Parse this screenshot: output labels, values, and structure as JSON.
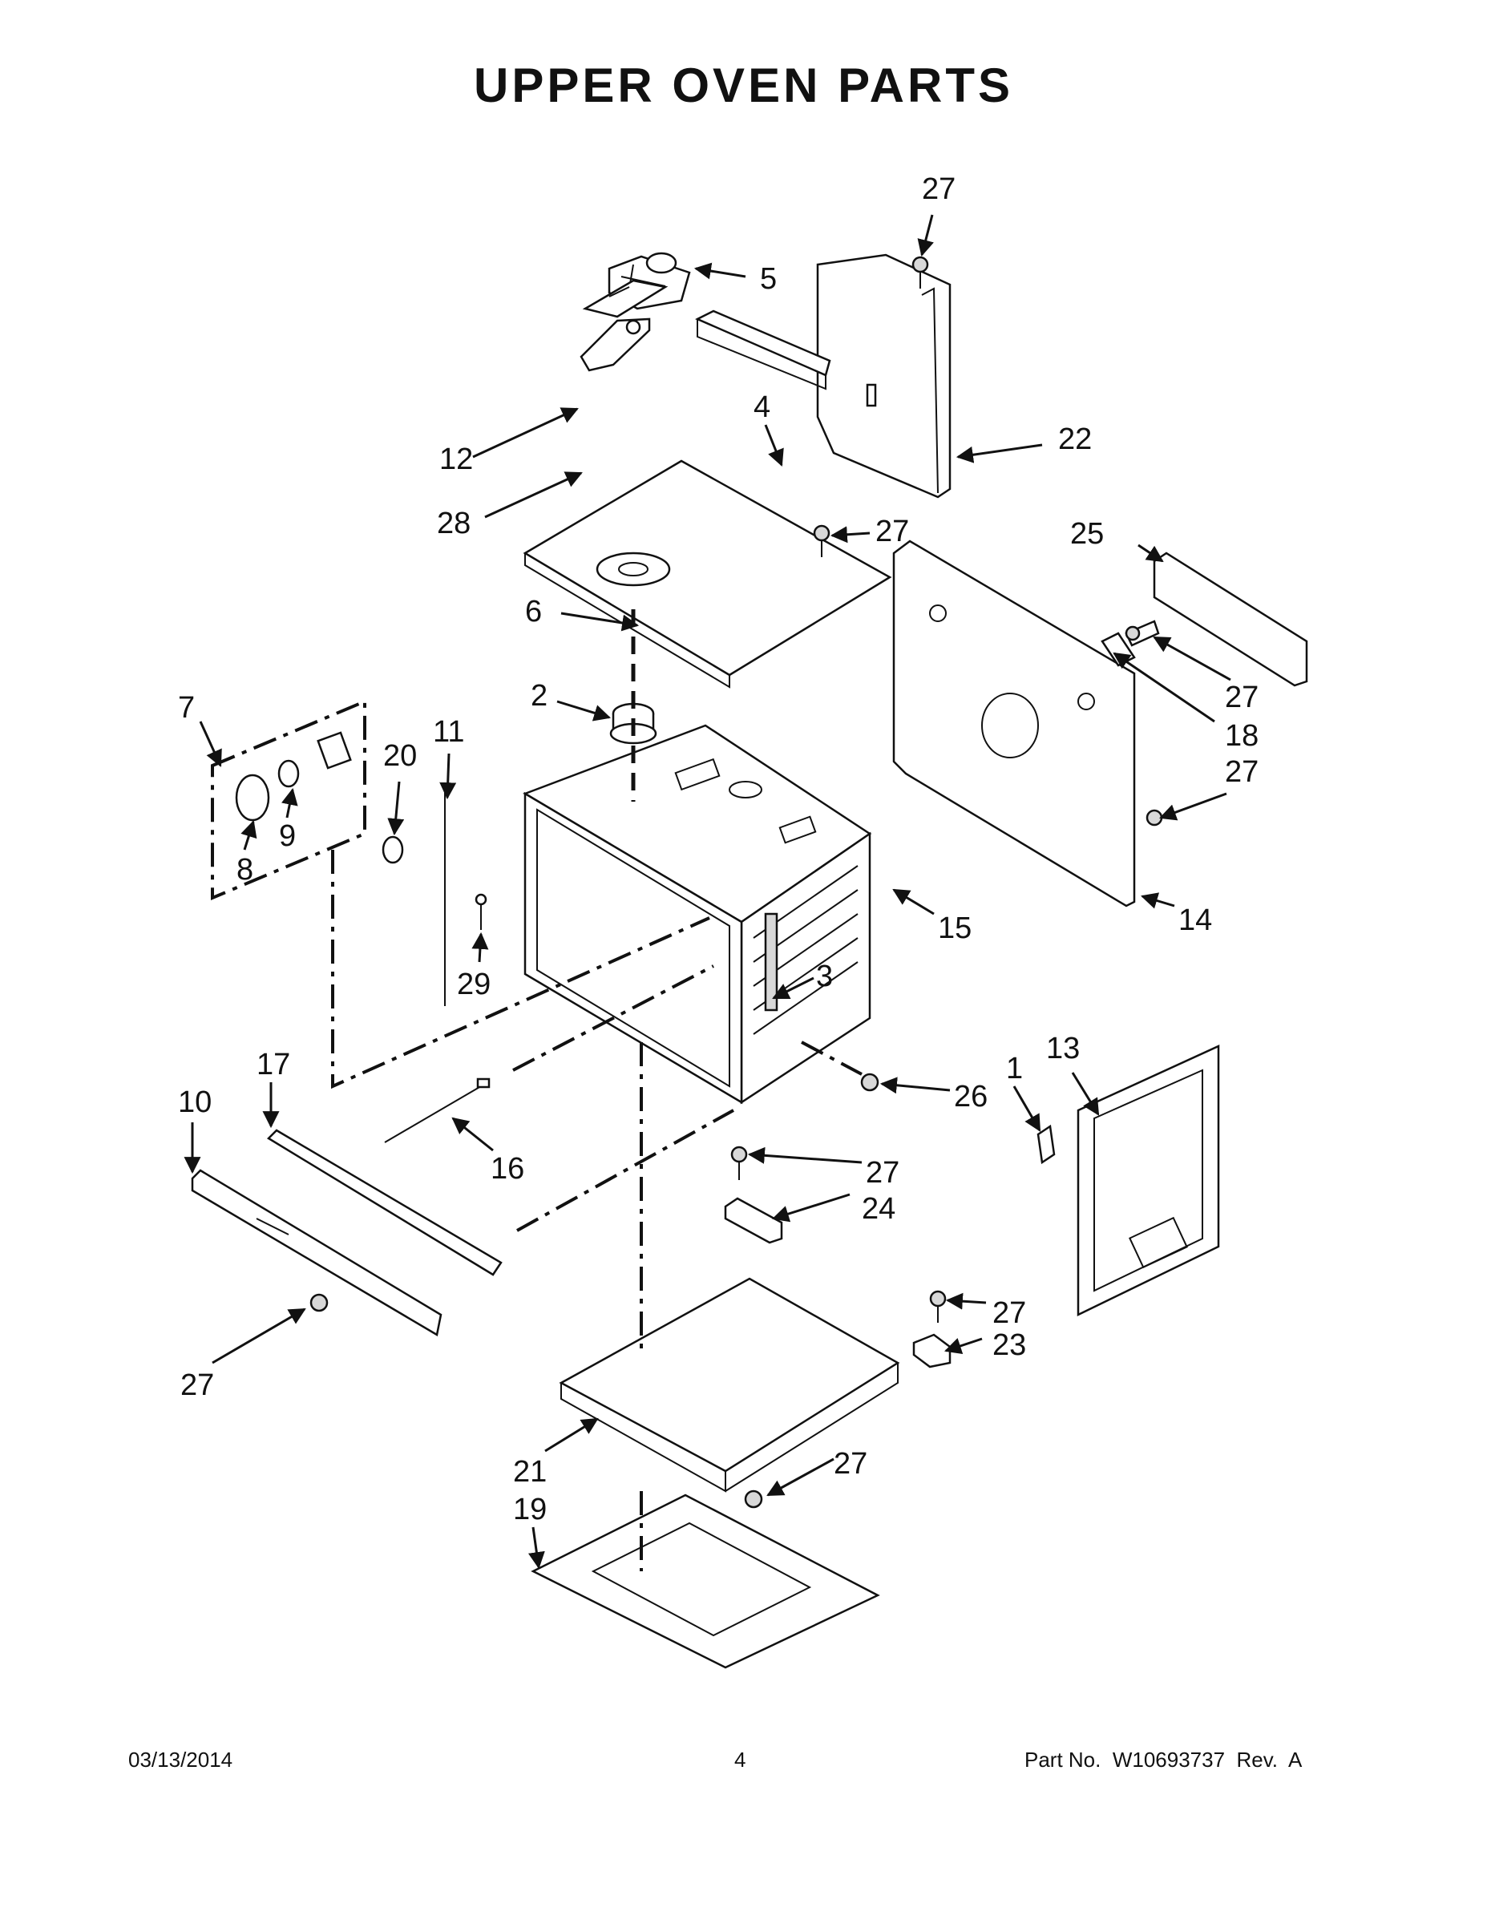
{
  "title": "UPPER OVEN PARTS",
  "footer": {
    "date": "03/13/2014",
    "page": "4",
    "part_number": "Part No.  W10693737  Rev.  A"
  },
  "callouts": {
    "c1": "1",
    "c2": "2",
    "c3": "3",
    "c4": "4",
    "c5": "5",
    "c6": "6",
    "c7": "7",
    "c8": "8",
    "c9": "9",
    "c10": "10",
    "c11": "11",
    "c12": "12",
    "c13": "13",
    "c14": "14",
    "c15": "15",
    "c16": "16",
    "c17": "17",
    "c18": "18",
    "c19": "19",
    "c20": "20",
    "c21": "21",
    "c22": "22",
    "c23": "23",
    "c24": "24",
    "c25": "25",
    "c26": "26",
    "c27": "27",
    "c28": "28",
    "c29": "29"
  }
}
